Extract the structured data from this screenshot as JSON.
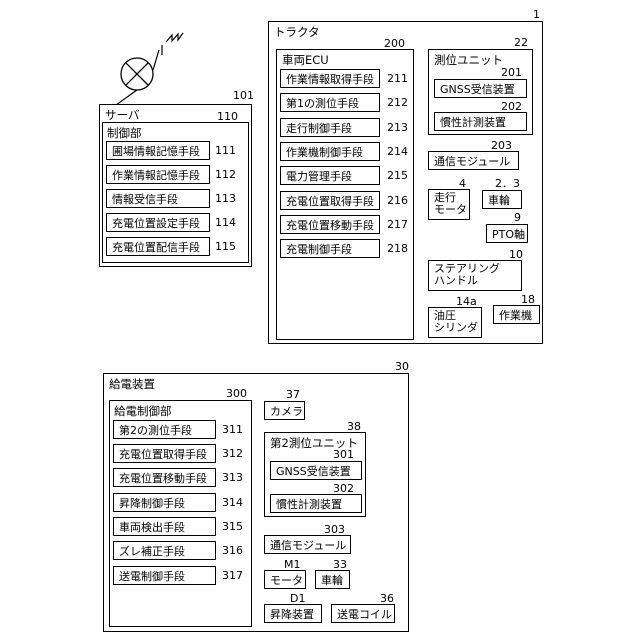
{
  "server": {
    "ref": "101",
    "title": "サーバ"
  },
  "control_unit": {
    "ref": "110",
    "title": "制御部"
  },
  "server_items": [
    {
      "label": "圃場情報記憶手段",
      "ref": "111"
    },
    {
      "label": "作業情報記憶手段",
      "ref": "112"
    },
    {
      "label": "情報受信手段",
      "ref": "113"
    },
    {
      "label": "充電位置設定手段",
      "ref": "114"
    },
    {
      "label": "充電位置配信手段",
      "ref": "115"
    }
  ],
  "tractor": {
    "ref": "1",
    "title": "トラクタ"
  },
  "ecu": {
    "ref": "200",
    "title": "車両ECU"
  },
  "ecu_items": [
    {
      "label": "作業情報取得手段",
      "ref": "211"
    },
    {
      "label": "第1の測位手段",
      "ref": "212"
    },
    {
      "label": "走行制御手段",
      "ref": "213"
    },
    {
      "label": "作業機制御手段",
      "ref": "214"
    },
    {
      "label": "電力管理手段",
      "ref": "215"
    },
    {
      "label": "充電位置取得手段",
      "ref": "216"
    },
    {
      "label": "充電位置移動手段",
      "ref": "217"
    },
    {
      "label": "充電制御手段",
      "ref": "218"
    }
  ],
  "positioning_unit": {
    "ref": "22",
    "title": "測位ユニット"
  },
  "gnss1": {
    "ref": "201",
    "label": "GNSS受信装置"
  },
  "imu1": {
    "ref": "202",
    "label": "慣性計測装置"
  },
  "comm1": {
    "ref": "203",
    "label": "通信モジュール"
  },
  "travel_motor": {
    "ref": "4",
    "line1": "走行",
    "line2": "モータ"
  },
  "wheel1": {
    "ref": "2．3",
    "label": "車輪"
  },
  "pto": {
    "ref": "9",
    "label": "PTO軸"
  },
  "steering": {
    "ref": "10",
    "line1": "ステアリング",
    "line2": "ハンドル"
  },
  "cylinder": {
    "ref": "14a",
    "line1": "油圧",
    "line2": "シリンダ"
  },
  "implement": {
    "ref": "18",
    "label": "作業機"
  },
  "charger": {
    "ref": "30",
    "title": "給電装置"
  },
  "charge_control": {
    "ref": "300",
    "title": "給電制御部"
  },
  "charge_items": [
    {
      "label": "第2の測位手段",
      "ref": "311"
    },
    {
      "label": "充電位置取得手段",
      "ref": "312"
    },
    {
      "label": "充電位置移動手段",
      "ref": "313"
    },
    {
      "label": "昇降制御手段",
      "ref": "314"
    },
    {
      "label": "車両検出手段",
      "ref": "315"
    },
    {
      "label": "ズレ補正手段",
      "ref": "316"
    },
    {
      "label": "送電制御手段",
      "ref": "317"
    }
  ],
  "camera": {
    "ref": "37",
    "label": "カメラ"
  },
  "positioning_unit2": {
    "ref": "38",
    "title": "第2測位ユニット"
  },
  "gnss2": {
    "ref": "301",
    "label": "GNSS受信装置"
  },
  "imu2": {
    "ref": "302",
    "label": "慣性計測装置"
  },
  "comm2": {
    "ref": "303",
    "label": "通信モジュール"
  },
  "motor2": {
    "ref": "M1",
    "label": "モータ"
  },
  "wheel2": {
    "ref": "33",
    "label": "車輪"
  },
  "lift": {
    "ref": "D1",
    "label": "昇降装置"
  },
  "coil": {
    "ref": "36",
    "label": "送電コイル"
  }
}
